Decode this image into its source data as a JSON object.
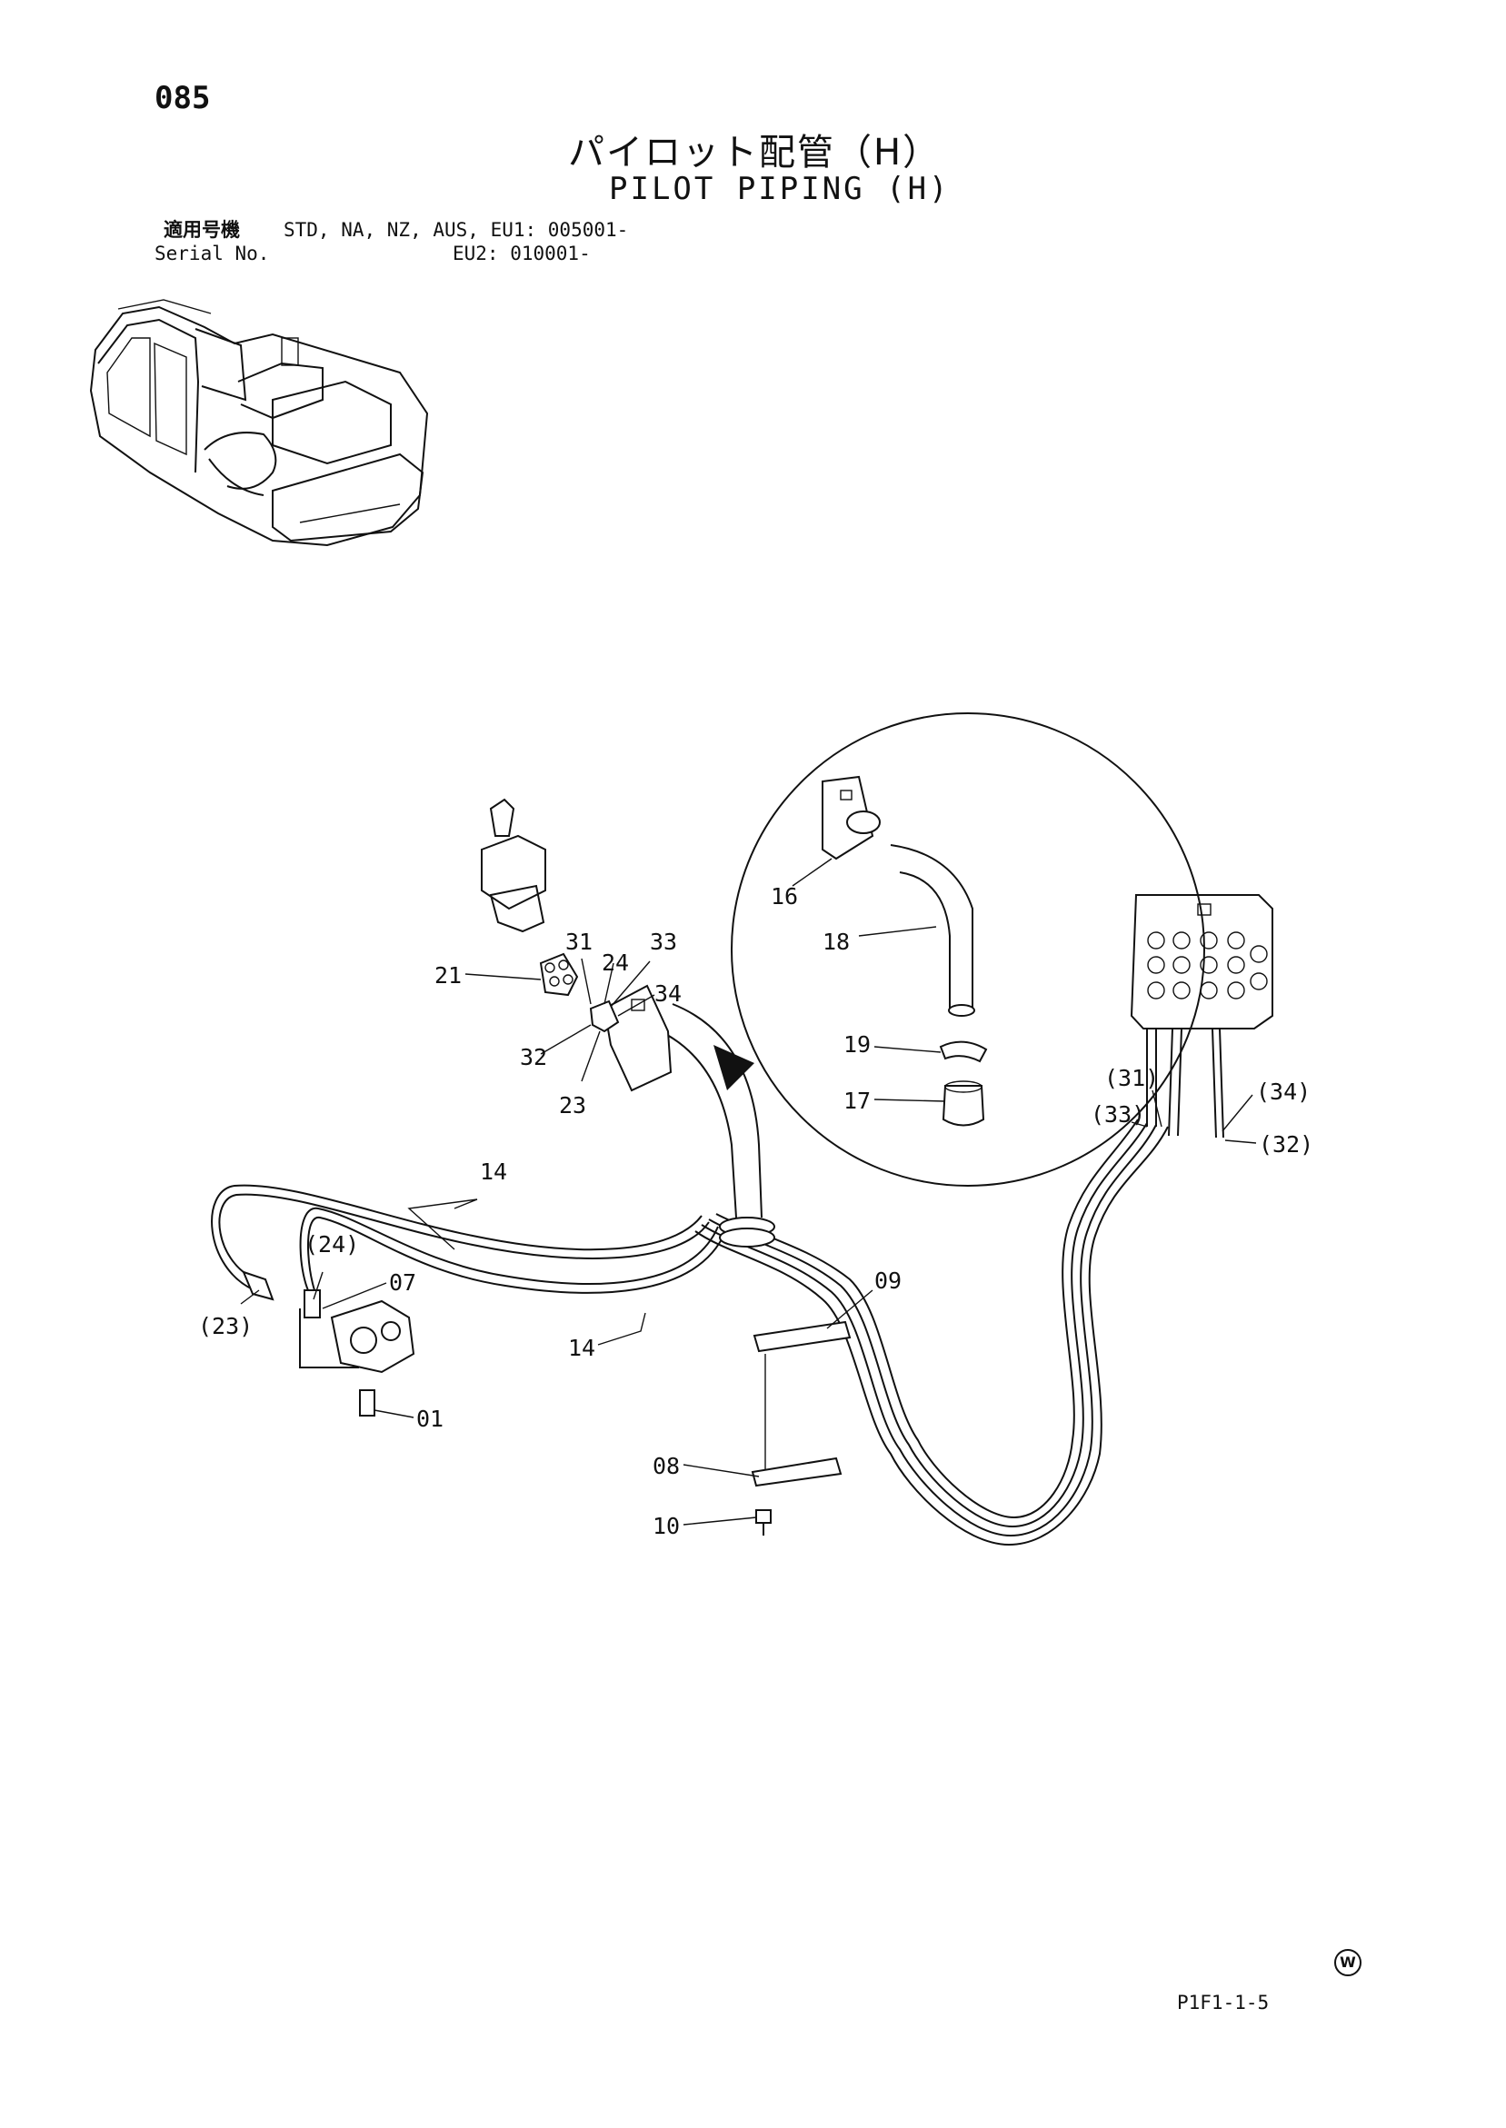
{
  "page_number": "085",
  "title_jp": "パイロット配管（H）",
  "title_en": "PILOT PIPING (H)",
  "serial": {
    "label_jp": "適用号機",
    "label_en": "Serial No.",
    "models_eu1": "STD, NA, NZ, AUS, EU1: 005001-",
    "eu2": "EU2: 010001-"
  },
  "callouts": {
    "c16": "16",
    "c18": "18",
    "c19": "19",
    "c17": "17",
    "c21": "21",
    "c31": "31",
    "c24": "24",
    "c33": "33",
    "c34": "34",
    "c32": "32",
    "c23": "23",
    "c14a": "14",
    "c14b": "14",
    "c24p": "(24)",
    "c07": "07",
    "c23p": "(23)",
    "c01": "01",
    "c09": "09",
    "c08": "08",
    "c10": "10",
    "c31p": "(31)",
    "c34p": "(34)",
    "c33p": "(33)",
    "c32p": "(32)"
  },
  "doc_code": "P1F1-1-5",
  "mark": "W"
}
